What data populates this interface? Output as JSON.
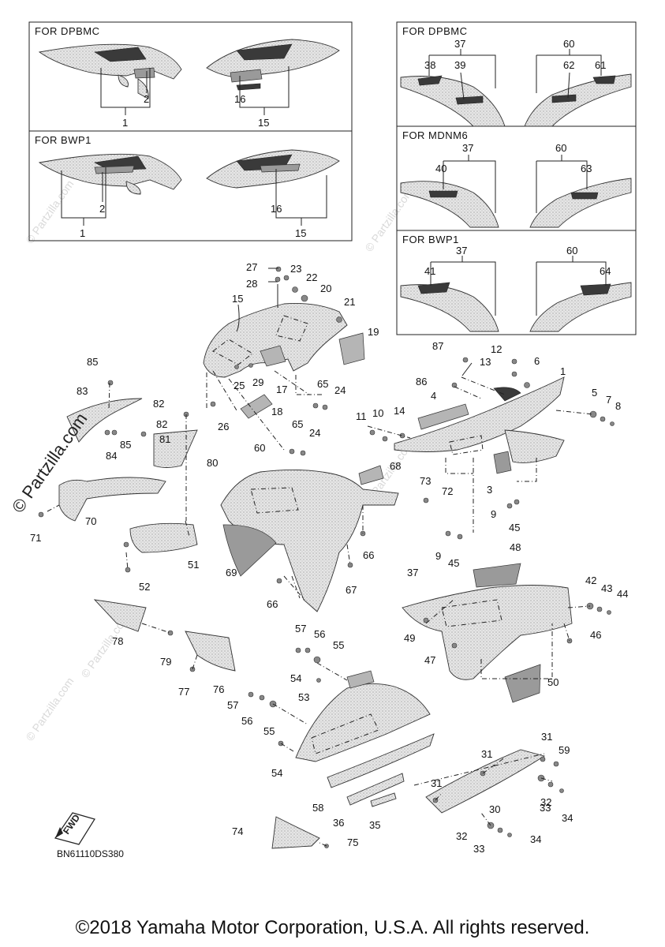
{
  "watermark": "© Partzilla.com",
  "faint_watermark": "© Partzilla.com",
  "diagram_code": "BN61110DS380",
  "fwd_label": "FWD",
  "copyright": "©2018 Yamaha Motor Corporation, U.S.A. All rights reserved.",
  "inset_left": [
    {
      "title": "FOR DPBMC",
      "callouts": [
        "2",
        "1",
        "16",
        "15"
      ]
    },
    {
      "title": "FOR BWP1",
      "callouts": [
        "2",
        "1",
        "16",
        "15"
      ]
    }
  ],
  "inset_right": [
    {
      "title": "FOR DPBMC",
      "callouts": [
        "37",
        "38",
        "39",
        "60",
        "62",
        "61"
      ]
    },
    {
      "title": "FOR MDNM6",
      "callouts": [
        "37",
        "40",
        "60",
        "63"
      ]
    },
    {
      "title": "FOR BWP1",
      "callouts": [
        "37",
        "41",
        "60",
        "64"
      ]
    }
  ],
  "callouts": [
    "27",
    "23",
    "28",
    "22",
    "20",
    "15",
    "21",
    "19",
    "25",
    "29",
    "17",
    "65",
    "24",
    "18",
    "26",
    "65",
    "24",
    "87",
    "12",
    "13",
    "6",
    "86",
    "1",
    "4",
    "5",
    "7",
    "8",
    "11",
    "10",
    "14",
    "85",
    "83",
    "82",
    "85",
    "84",
    "82",
    "81",
    "80",
    "60",
    "68",
    "3",
    "73",
    "72",
    "9",
    "45",
    "9",
    "45",
    "70",
    "71",
    "69",
    "51",
    "52",
    "66",
    "67",
    "66",
    "48",
    "37",
    "42",
    "43",
    "44",
    "49",
    "46",
    "47",
    "50",
    "78",
    "79",
    "76",
    "77",
    "57",
    "56",
    "55",
    "54",
    "53",
    "57",
    "56",
    "55",
    "54",
    "31",
    "59",
    "31",
    "58",
    "30",
    "32",
    "33",
    "34",
    "36",
    "35",
    "31",
    "74",
    "75",
    "32",
    "33",
    "34"
  ]
}
